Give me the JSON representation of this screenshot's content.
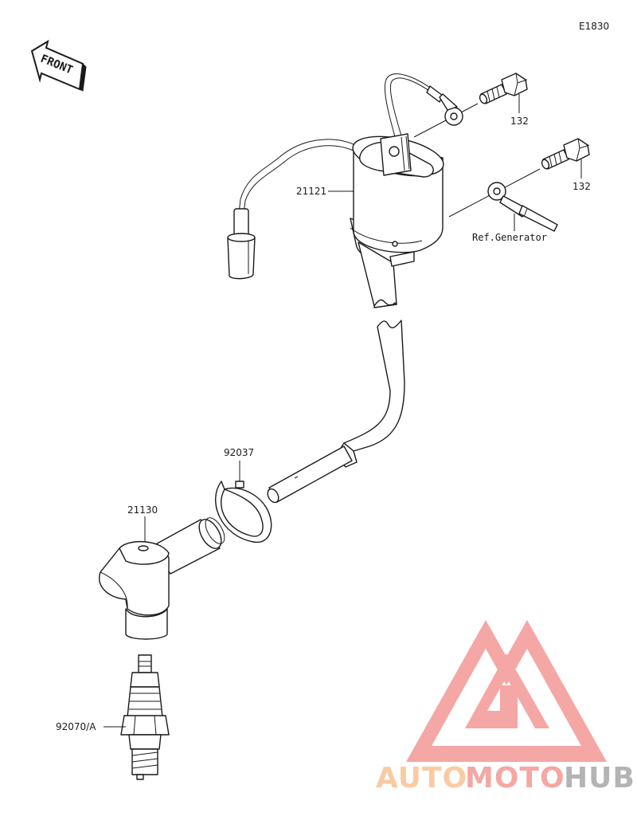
{
  "diagram_code": "E1830",
  "front_label": "FRONT",
  "callouts": {
    "bolt_upper": "132",
    "bolt_lower": "132",
    "ignition_coil": "21121",
    "ref_generator": "Ref.Generator",
    "clamp": "92037",
    "plug_cap": "21130",
    "spark_plug": "92070/A"
  },
  "watermark": {
    "auto": "AUTO",
    "moto": "MOTO",
    "hub": "HUB",
    "colors": {
      "logo": "#f4a3a0",
      "auto": "#f9c9a0",
      "moto": "#f4a3a0",
      "hub": "#b0b0b0"
    }
  }
}
